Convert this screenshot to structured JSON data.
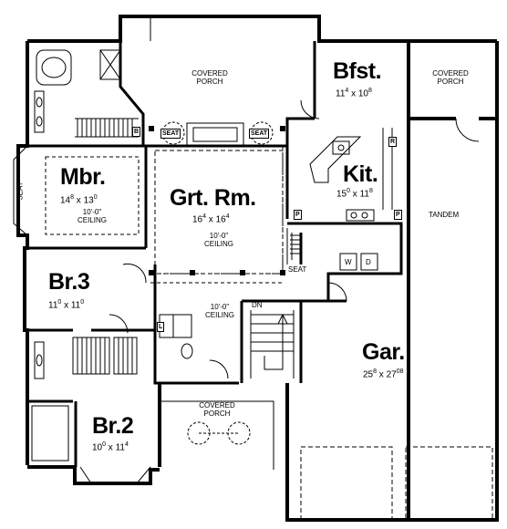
{
  "rooms": {
    "bfst": {
      "name": "Bfst.",
      "w_ft": "11",
      "w_in": "4",
      "d_ft": "10",
      "d_in": "8"
    },
    "kit": {
      "name": "Kit.",
      "w_ft": "15",
      "w_in": "0",
      "d_ft": "11",
      "d_in": "8"
    },
    "mbr": {
      "name": "Mbr.",
      "w_ft": "14",
      "w_in": "8",
      "d_ft": "13",
      "d_in": "0",
      "ceiling": "10'-0\"",
      "ceiling_word": "CEILING"
    },
    "grt": {
      "name": "Grt. Rm.",
      "w_ft": "16",
      "w_in": "4",
      "d_ft": "16",
      "d_in": "4",
      "ceiling": "10'-0\"",
      "ceiling_word": "CEILING"
    },
    "br3": {
      "name": "Br.3",
      "w_ft": "11",
      "w_in": "0",
      "d_ft": "11",
      "d_in": "0"
    },
    "br2": {
      "name": "Br.2",
      "w_ft": "10",
      "w_in": "0",
      "d_ft": "11",
      "d_in": "4"
    },
    "gar": {
      "name": "Gar.",
      "w_ft": "25",
      "w_in": "8",
      "d_ft": "27",
      "d_in": "08"
    }
  },
  "labels": {
    "covered_porch_top_1": "COVERED",
    "covered_porch_top_2": "PORCH",
    "covered_porch_right_1": "COVERED",
    "covered_porch_right_2": "PORCH",
    "covered_porch_bottom_1": "COVERED",
    "covered_porch_bottom_2": "PORCH",
    "tandem": "TANDEM",
    "seat_left": "SEAT",
    "seat_center_left": "SEAT",
    "seat_center_right": "SEAT",
    "seat_lower": "SEAT",
    "hall_ceiling": "10'-0\"",
    "hall_ceiling_word": "CEILING",
    "dn": "DN",
    "b": "B",
    "p1": "P",
    "p2": "P",
    "r": "R",
    "l": "L",
    "w": "W",
    "d": "D"
  }
}
